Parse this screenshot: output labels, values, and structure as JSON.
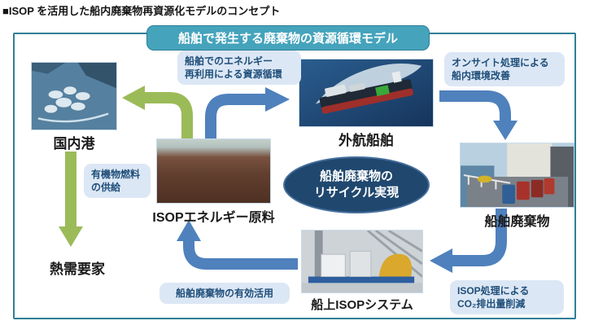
{
  "page": {
    "title": "■ISOP を活用した船内廃棄物再資源化モデルのコンセプト"
  },
  "diagram": {
    "header": "船舶で発生する廃棄物の資源循環モデル",
    "center_goal": {
      "line1": "船舶廃棄物の",
      "line2": "リサイクル実現"
    },
    "nodes": {
      "domestic_port": "国内港",
      "ocean_going_ship": "外航船舶",
      "isop_energy_material": "ISOPエネルギー原料",
      "ship_waste": "船舶廃棄物",
      "onboard_isop_system": "船上ISOPシステム",
      "heat_consumer": "熱需要家"
    },
    "flow_labels": {
      "energy_reuse": {
        "line1": "船舶でのエネルギー",
        "line2": "再利用による資源循環"
      },
      "onsite_improvement": {
        "line1": "オンサイト処理による",
        "line2": "船内環境改善"
      },
      "organic_fuel_supply": {
        "line1": "有機物燃料",
        "line2": "の供給"
      },
      "waste_utilization": "船舶廃棄物の有効活用",
      "co2_reduction": {
        "line1": "ISOP処理による",
        "line2": "CO₂排出量削減"
      }
    },
    "colors": {
      "frame_teal": "#2E7F96",
      "header_fill": "#45A3BC",
      "bubble_bg": "#DCE7F5",
      "bubble_text": "#1F4E79",
      "arrow_blue": "#4F81BD",
      "arrow_green": "#9BBB59",
      "ellipse_navy": "#20486F"
    }
  }
}
